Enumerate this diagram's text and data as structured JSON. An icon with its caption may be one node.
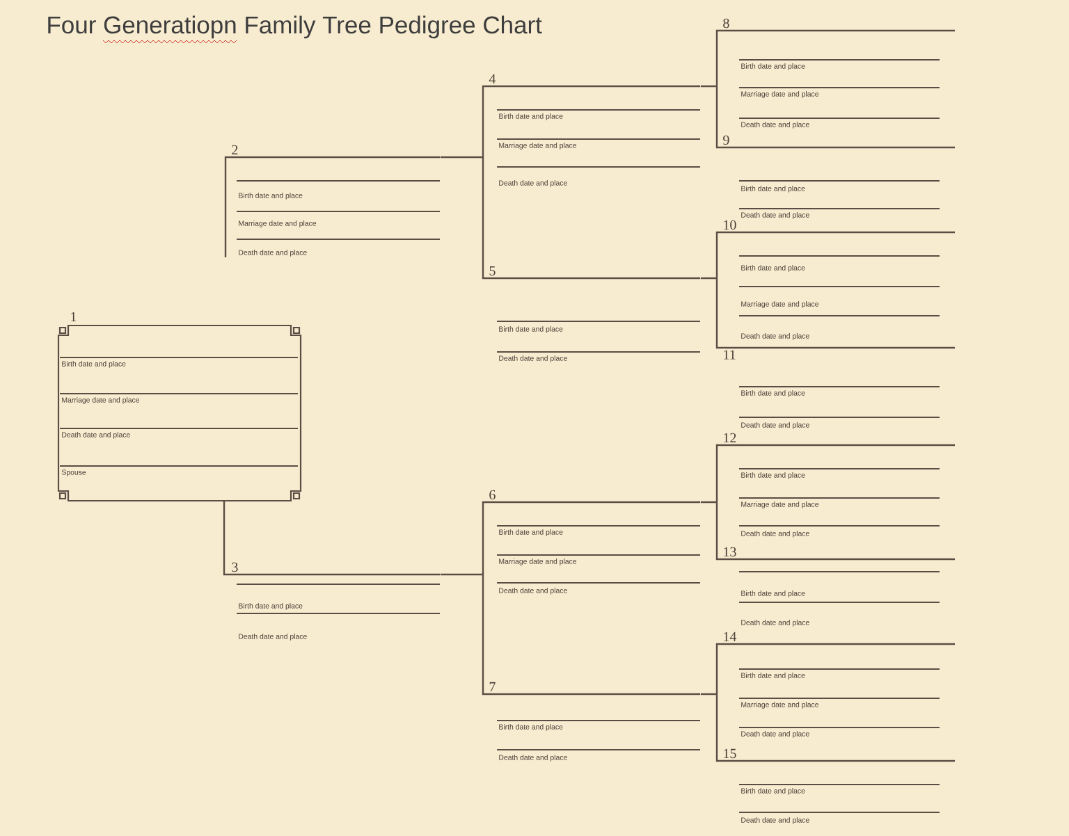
{
  "diagram": {
    "title": "Four Generatiopn Family Tree Pedigree Chart",
    "nodes": [
      {
        "text": [
          "1",
          "Birth date and place",
          "Marriage date and place",
          "Death date and place",
          "Spouse"
        ]
      },
      {
        "text": [
          "2",
          "Birth date and place",
          "Marriage date and place",
          "Death date and place"
        ]
      },
      {
        "text": [
          "3",
          "Birth date and place",
          "Death date and place"
        ]
      },
      {
        "text": [
          "4",
          "Birth date and place",
          "Marriage date and place",
          "Death date and place"
        ]
      },
      {
        "text": [
          "5",
          "Birth date and place",
          "Death date and place"
        ]
      },
      {
        "text": [
          "6",
          "Birth date and place",
          "Marriage date and place",
          "Death date and place"
        ]
      },
      {
        "text": [
          "7",
          "Birth date and place",
          "Death date and place"
        ]
      },
      {
        "text": [
          "8",
          "Birth date and place",
          "Marriage date and place",
          "Death date and place"
        ]
      },
      {
        "text": [
          "9",
          "Birth date and place",
          "Death date and place"
        ]
      },
      {
        "text": [
          "10",
          "Birth date and place",
          "Marriage date and place",
          "Death date and place"
        ]
      },
      {
        "text": [
          "11",
          "Birth date and place",
          "Death date and place"
        ]
      },
      {
        "text": [
          "12",
          "Birth date and place",
          "Marriage date and place",
          "Death date and place"
        ]
      },
      {
        "text": [
          "13",
          "Birth date and place",
          "Death date and place"
        ]
      },
      {
        "text": [
          "14",
          "Birth date and place",
          "Marriage date and place",
          "Death date and place"
        ]
      },
      {
        "text": [
          "15",
          "Birth date and place",
          "Death date and place"
        ]
      }
    ],
    "edges": [
      {
        "from": 1,
        "to": null,
        "arrow": "none"
      },
      {
        "from": 0,
        "to": 2,
        "arrow": "none"
      },
      {
        "from": 1,
        "to": 3,
        "arrow": "none"
      },
      {
        "from": 1,
        "to": 4,
        "arrow": "none"
      },
      {
        "from": 2,
        "to": 5,
        "arrow": "none"
      },
      {
        "from": 2,
        "to": 6,
        "arrow": "none"
      },
      {
        "from": 3,
        "to": 7,
        "arrow": "none"
      },
      {
        "from": 3,
        "to": 8,
        "arrow": "none"
      },
      {
        "from": 4,
        "to": 9,
        "arrow": "none"
      },
      {
        "from": 4,
        "to": 10,
        "arrow": "none"
      },
      {
        "from": 5,
        "to": 11,
        "arrow": "none"
      },
      {
        "from": 5,
        "to": 12,
        "arrow": "none"
      },
      {
        "from": 6,
        "to": 13,
        "arrow": "none"
      },
      {
        "from": 6,
        "to": 14,
        "arrow": "none"
      }
    ]
  }
}
